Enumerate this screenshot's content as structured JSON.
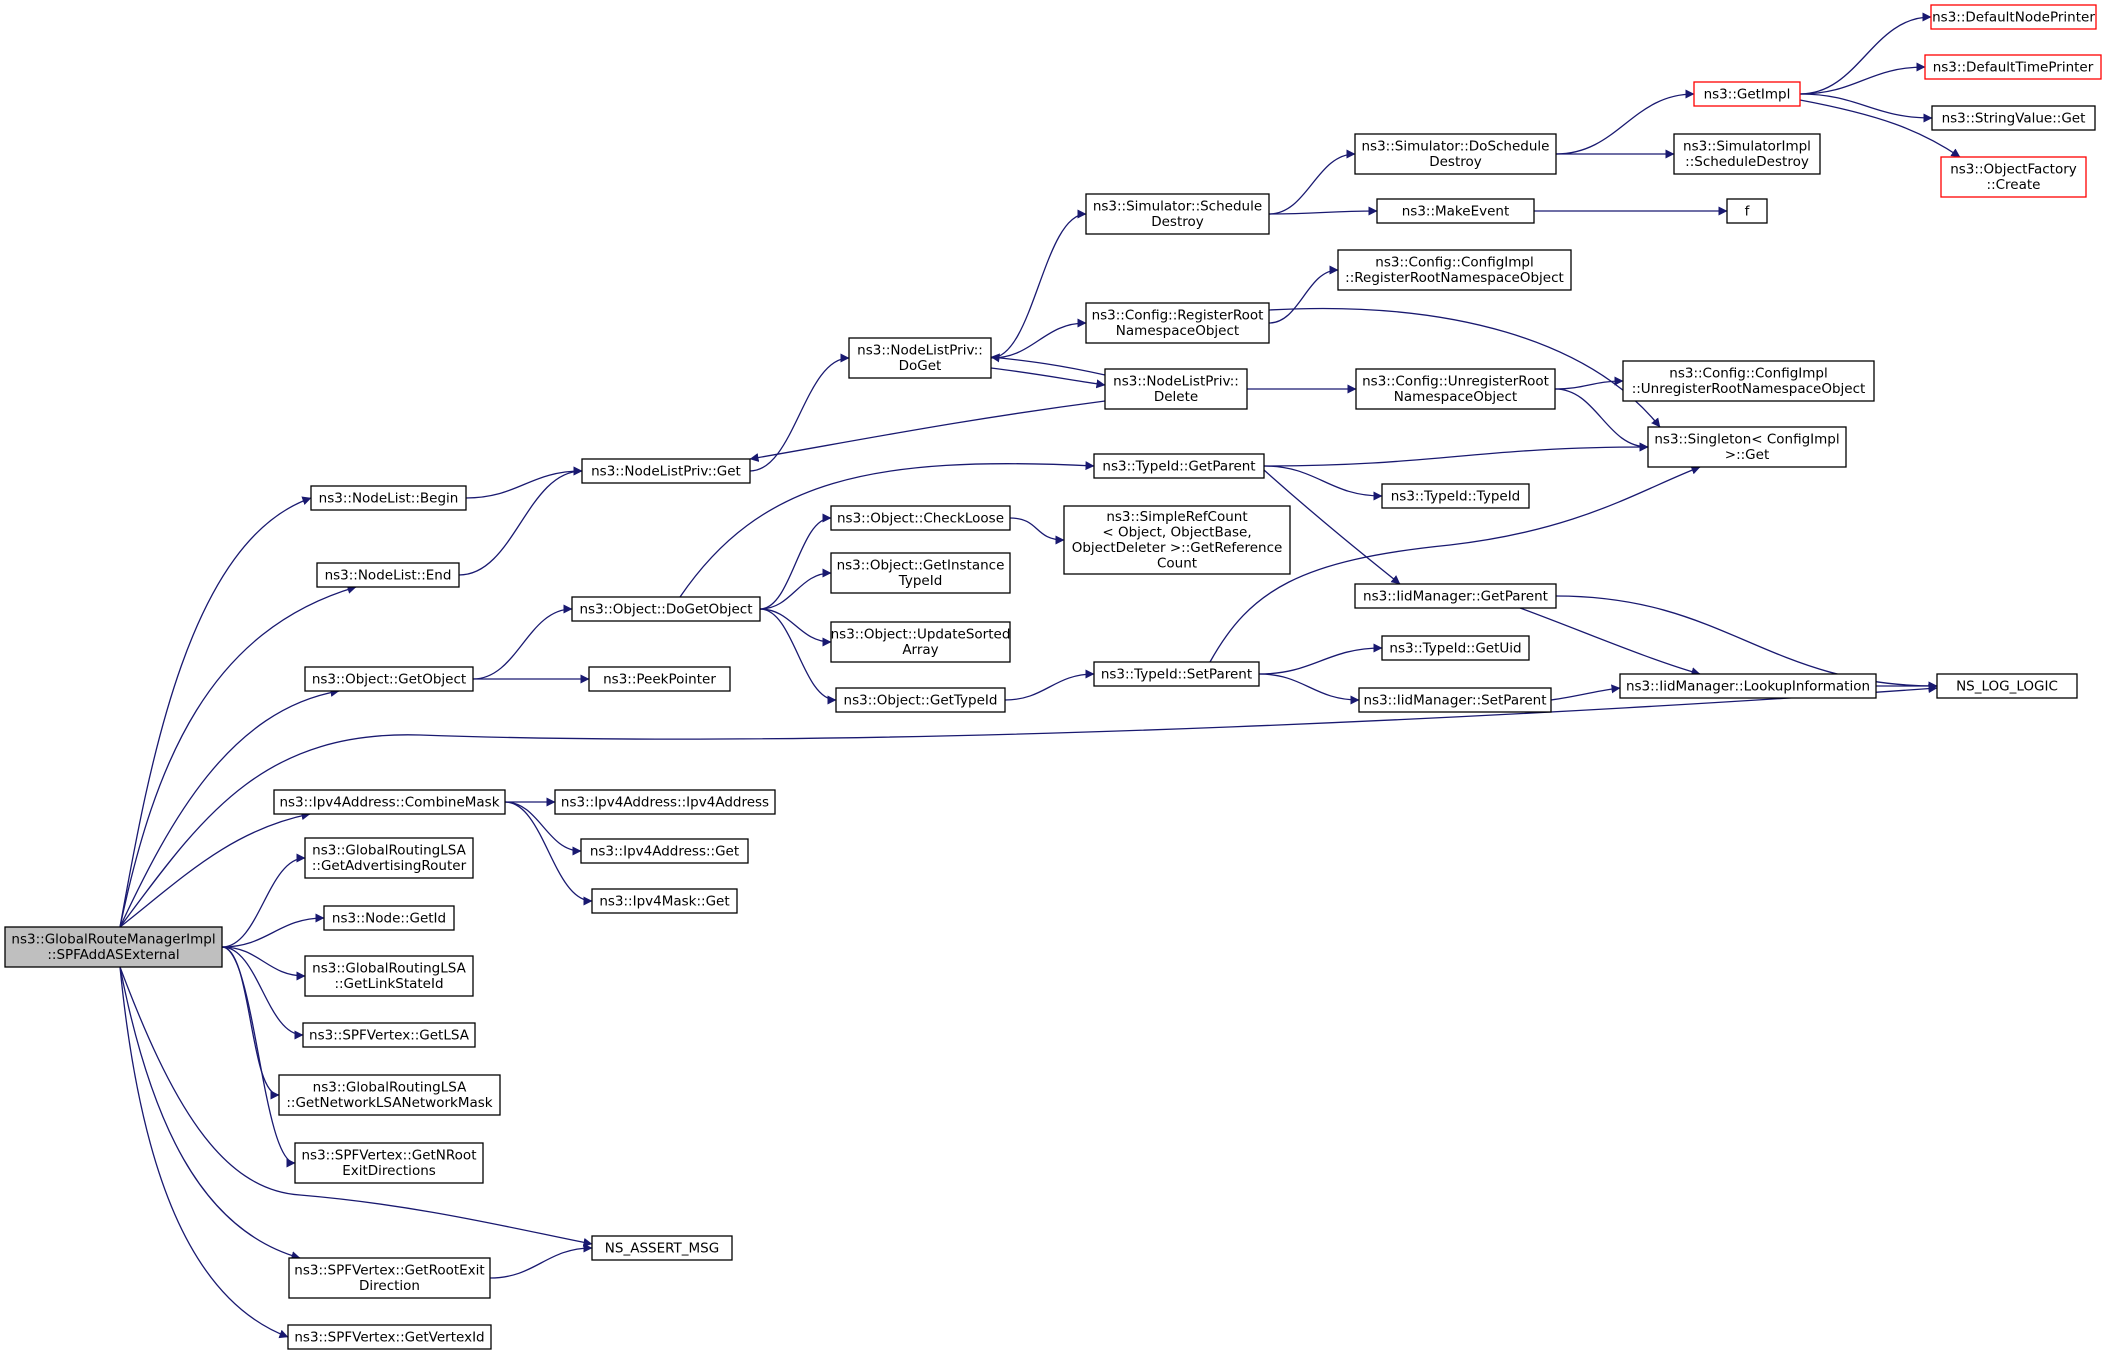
{
  "colors": {
    "edge": "#191970",
    "node_border": "#000000",
    "truncated_node_border": "#ff0000",
    "root_fill": "#bfbfbf",
    "background": "#ffffff"
  },
  "nodes": [
    {
      "id": "root",
      "lines": [
        "ns3::GlobalRouteManagerImpl",
        "::SPFAddASExternal"
      ],
      "root": true
    },
    {
      "id": "nl_begin",
      "lines": [
        "ns3::NodeList::Begin"
      ]
    },
    {
      "id": "nl_end",
      "lines": [
        "ns3::NodeList::End"
      ]
    },
    {
      "id": "obj_getobject",
      "lines": [
        "ns3::Object::GetObject"
      ]
    },
    {
      "id": "ipv4_combinemask",
      "lines": [
        "ns3::Ipv4Address::CombineMask"
      ]
    },
    {
      "id": "grl_getadvrouter",
      "lines": [
        "ns3::GlobalRoutingLSA",
        "::GetAdvertisingRouter"
      ]
    },
    {
      "id": "node_getid",
      "lines": [
        "ns3::Node::GetId"
      ]
    },
    {
      "id": "grl_getlinkstateid",
      "lines": [
        "ns3::GlobalRoutingLSA",
        "::GetLinkStateId"
      ]
    },
    {
      "id": "spf_getlsa",
      "lines": [
        "ns3::SPFVertex::GetLSA"
      ]
    },
    {
      "id": "grl_getnetmask",
      "lines": [
        "ns3::GlobalRoutingLSA",
        "::GetNetworkLSANetworkMask"
      ]
    },
    {
      "id": "spf_getnroot",
      "lines": [
        "ns3::SPFVertex::GetNRoot",
        "ExitDirections"
      ]
    },
    {
      "id": "spf_getrootexit",
      "lines": [
        "ns3::SPFVertex::GetRootExit",
        "Direction"
      ]
    },
    {
      "id": "spf_getvertexid",
      "lines": [
        "ns3::SPFVertex::GetVertexId"
      ]
    },
    {
      "id": "nlp_get",
      "lines": [
        "ns3::NodeListPriv::Get"
      ]
    },
    {
      "id": "obj_dogetobject",
      "lines": [
        "ns3::Object::DoGetObject"
      ]
    },
    {
      "id": "peekpointer",
      "lines": [
        "ns3::PeekPointer"
      ]
    },
    {
      "id": "ipv4_ipv4address",
      "lines": [
        "ns3::Ipv4Address::Ipv4Address"
      ]
    },
    {
      "id": "ipv4_get",
      "lines": [
        "ns3::Ipv4Address::Get"
      ]
    },
    {
      "id": "ipv4mask_get",
      "lines": [
        "ns3::Ipv4Mask::Get"
      ]
    },
    {
      "id": "ns_assert_msg",
      "lines": [
        "NS_ASSERT_MSG"
      ]
    },
    {
      "id": "nlp_doget",
      "lines": [
        "ns3::NodeListPriv::",
        "DoGet"
      ]
    },
    {
      "id": "obj_checkloose",
      "lines": [
        "ns3::Object::CheckLoose"
      ]
    },
    {
      "id": "obj_getinstancetypeid",
      "lines": [
        "ns3::Object::GetInstance",
        "TypeId"
      ]
    },
    {
      "id": "obj_updatesortedarray",
      "lines": [
        "ns3::Object::UpdateSorted",
        "Array"
      ]
    },
    {
      "id": "obj_gettypeid",
      "lines": [
        "ns3::Object::GetTypeId"
      ]
    },
    {
      "id": "typeid_getparent",
      "lines": [
        "ns3::TypeId::GetParent"
      ]
    },
    {
      "id": "sim_scheduledestroy",
      "lines": [
        "ns3::Simulator::Schedule",
        "Destroy"
      ]
    },
    {
      "id": "cfg_registerroot",
      "lines": [
        "ns3::Config::RegisterRoot",
        "NamespaceObject"
      ]
    },
    {
      "id": "nlp_delete",
      "lines": [
        "ns3::NodeListPriv::",
        "Delete"
      ]
    },
    {
      "id": "simplerefcount",
      "lines": [
        "ns3::SimpleRefCount",
        "< Object, ObjectBase,",
        "ObjectDeleter >::GetReference",
        "Count"
      ]
    },
    {
      "id": "typeid_setparent",
      "lines": [
        "ns3::TypeId::SetParent"
      ]
    },
    {
      "id": "sim_doscheduledestroy",
      "lines": [
        "ns3::Simulator::DoSchedule",
        "Destroy"
      ]
    },
    {
      "id": "makeevent",
      "lines": [
        "ns3::MakeEvent"
      ]
    },
    {
      "id": "cfgimpl_registerroot",
      "lines": [
        "ns3::Config::ConfigImpl",
        "::RegisterRootNamespaceObject"
      ]
    },
    {
      "id": "cfg_unregisterroot",
      "lines": [
        "ns3::Config::UnregisterRoot",
        "NamespaceObject"
      ]
    },
    {
      "id": "typeid_typeid",
      "lines": [
        "ns3::TypeId::TypeId"
      ]
    },
    {
      "id": "iid_getparent",
      "lines": [
        "ns3::IidManager::GetParent"
      ]
    },
    {
      "id": "typeid_getuid",
      "lines": [
        "ns3::TypeId::GetUid"
      ]
    },
    {
      "id": "iid_setparent",
      "lines": [
        "ns3::IidManager::SetParent"
      ]
    },
    {
      "id": "getimpl",
      "lines": [
        "ns3::GetImpl"
      ],
      "truncated": true
    },
    {
      "id": "simimpl_scheduledestroy",
      "lines": [
        "ns3::SimulatorImpl",
        "::ScheduleDestroy"
      ]
    },
    {
      "id": "f",
      "lines": [
        "f"
      ]
    },
    {
      "id": "cfgimpl_unregisterroot",
      "lines": [
        "ns3::Config::ConfigImpl",
        "::UnregisterRootNamespaceObject"
      ]
    },
    {
      "id": "singleton_get",
      "lines": [
        "ns3::Singleton< ConfigImpl",
        " >::Get"
      ]
    },
    {
      "id": "iid_lookupinfo",
      "lines": [
        "ns3::IidManager::LookupInformation"
      ]
    },
    {
      "id": "defaultnodeprinter",
      "lines": [
        "ns3::DefaultNodePrinter"
      ],
      "truncated": true
    },
    {
      "id": "defaulttimeprinter",
      "lines": [
        "ns3::DefaultTimePrinter"
      ],
      "truncated": true
    },
    {
      "id": "stringvalue_get",
      "lines": [
        "ns3::StringValue::Get"
      ]
    },
    {
      "id": "objectfactory_create",
      "lines": [
        "ns3::ObjectFactory",
        "::Create"
      ],
      "truncated": true
    },
    {
      "id": "ns_log_logic",
      "lines": [
        "NS_LOG_LOGIC"
      ]
    }
  ],
  "edges": [
    [
      "root",
      "nl_begin"
    ],
    [
      "root",
      "nl_end"
    ],
    [
      "root",
      "obj_getobject"
    ],
    [
      "root",
      "ns_log_logic"
    ],
    [
      "root",
      "ipv4_combinemask"
    ],
    [
      "root",
      "grl_getadvrouter"
    ],
    [
      "root",
      "node_getid"
    ],
    [
      "root",
      "grl_getlinkstateid"
    ],
    [
      "root",
      "spf_getlsa"
    ],
    [
      "root",
      "grl_getnetmask"
    ],
    [
      "root",
      "spf_getnroot"
    ],
    [
      "root",
      "ns_assert_msg"
    ],
    [
      "root",
      "spf_getrootexit"
    ],
    [
      "root",
      "spf_getvertexid"
    ],
    [
      "nl_begin",
      "nlp_get"
    ],
    [
      "nl_end",
      "nlp_get"
    ],
    [
      "obj_getobject",
      "obj_dogetobject"
    ],
    [
      "obj_getobject",
      "peekpointer"
    ],
    [
      "ipv4_combinemask",
      "ipv4_ipv4address"
    ],
    [
      "ipv4_combinemask",
      "ipv4_get"
    ],
    [
      "ipv4_combinemask",
      "ipv4mask_get"
    ],
    [
      "spf_getrootexit",
      "ns_assert_msg"
    ],
    [
      "nlp_get",
      "nlp_doget"
    ],
    [
      "nlp_doget",
      "sim_scheduledestroy"
    ],
    [
      "nlp_doget",
      "cfg_registerroot"
    ],
    [
      "nlp_doget",
      "nlp_delete"
    ],
    [
      "nlp_delete",
      "nlp_doget"
    ],
    [
      "nlp_delete",
      "nlp_get"
    ],
    [
      "nlp_delete",
      "cfg_unregisterroot"
    ],
    [
      "obj_dogetobject",
      "typeid_getparent"
    ],
    [
      "obj_dogetobject",
      "obj_checkloose"
    ],
    [
      "obj_dogetobject",
      "obj_getinstancetypeid"
    ],
    [
      "obj_dogetobject",
      "obj_updatesortedarray"
    ],
    [
      "obj_dogetobject",
      "obj_gettypeid"
    ],
    [
      "obj_checkloose",
      "simplerefcount"
    ],
    [
      "obj_gettypeid",
      "typeid_setparent"
    ],
    [
      "typeid_getparent",
      "singleton_get"
    ],
    [
      "typeid_getparent",
      "typeid_typeid"
    ],
    [
      "typeid_getparent",
      "iid_getparent"
    ],
    [
      "sim_scheduledestroy",
      "sim_doscheduledestroy"
    ],
    [
      "sim_scheduledestroy",
      "makeevent"
    ],
    [
      "sim_doscheduledestroy",
      "getimpl"
    ],
    [
      "sim_doscheduledestroy",
      "simimpl_scheduledestroy"
    ],
    [
      "makeevent",
      "f"
    ],
    [
      "cfg_registerroot",
      "cfgimpl_registerroot"
    ],
    [
      "cfg_registerroot",
      "singleton_get"
    ],
    [
      "cfg_unregisterroot",
      "cfgimpl_unregisterroot"
    ],
    [
      "cfg_unregisterroot",
      "singleton_get"
    ],
    [
      "typeid_setparent",
      "singleton_get"
    ],
    [
      "typeid_setparent",
      "typeid_getuid"
    ],
    [
      "typeid_setparent",
      "iid_setparent"
    ],
    [
      "iid_getparent",
      "iid_lookupinfo"
    ],
    [
      "iid_getparent",
      "ns_log_logic"
    ],
    [
      "iid_setparent",
      "iid_lookupinfo"
    ],
    [
      "iid_lookupinfo",
      "ns_log_logic"
    ],
    [
      "getimpl",
      "defaultnodeprinter"
    ],
    [
      "getimpl",
      "defaulttimeprinter"
    ],
    [
      "getimpl",
      "stringvalue_get"
    ],
    [
      "getimpl",
      "objectfactory_create"
    ]
  ]
}
